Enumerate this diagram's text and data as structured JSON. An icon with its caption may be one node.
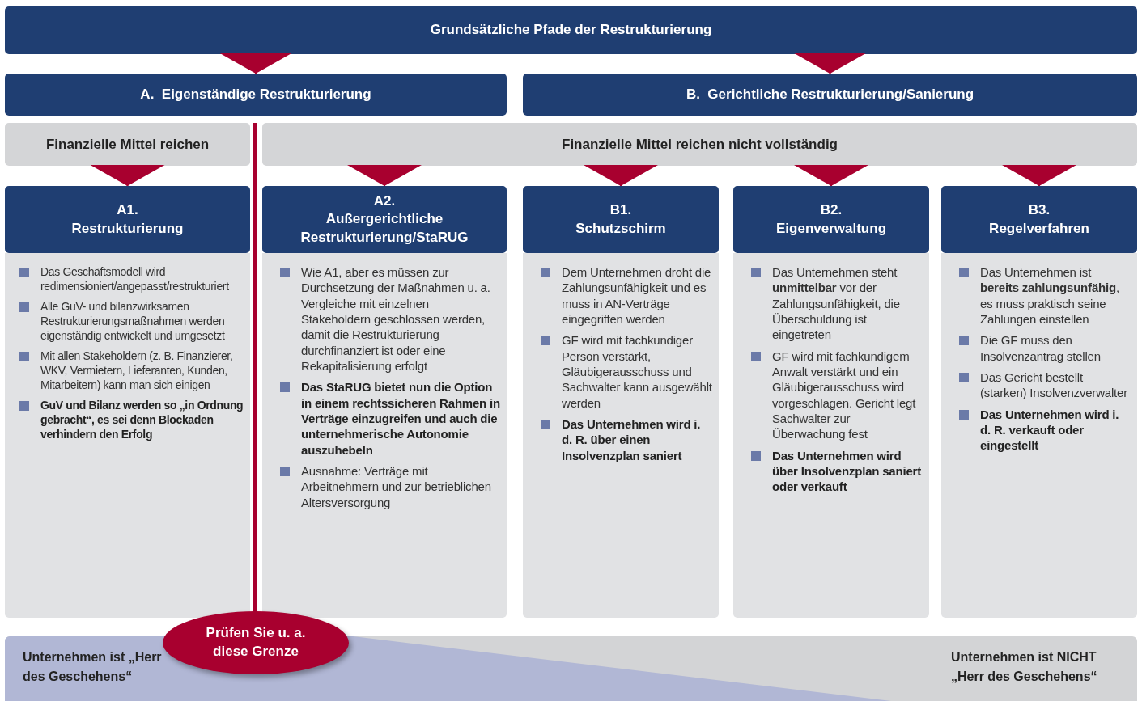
{
  "diagram": {
    "nodes": [
      {
        "text": [
          "Grundsätzliche Pfade der Restrukturierung"
        ]
      },
      {
        "text": [
          "A.  Eigenständige Restrukturierung"
        ]
      },
      {
        "text": [
          "B.  Gerichtliche Restrukturierung/Sanierung"
        ]
      },
      {
        "text": [
          "Finanzielle Mittel reichen"
        ]
      },
      {
        "text": [
          "Finanzielle Mittel reichen nicht vollständig"
        ]
      },
      {
        "text": [
          "A1.",
          "Restrukturierung"
        ]
      },
      {
        "text": [
          "Das Geschäftsmodell wird redimensioniert/angepasst/restrukturiert",
          "Alle GuV- und bilanzwirksamen Restrukturierungsmaßnahmen werden eigenständig entwickelt und umgesetzt",
          "Mit allen Stakeholdern (z. B. Finanzierer, WKV, Vermietern, Lieferanten, Kunden, Mitarbeitern) kann man sich einigen",
          "GuV und Bilanz werden so „in Ordnung gebracht“, es sei denn Blockaden verhindern den Erfolg"
        ]
      },
      {
        "text": [
          "A2.",
          "Außergerichtliche Restrukturierung/StaRUG"
        ]
      },
      {
        "text": [
          "Wie A1, aber es müssen zur Durchsetzung der Maßnahmen u. a. Vergleiche mit einzelnen Stakeholdern geschlossen werden, damit die Restrukturierung durchfinanziert ist oder eine Rekapitalisierung erfolgt",
          "Das StaRUG bietet nun die Option in einem rechtssicheren Rahmen in Verträge einzugreifen und auch die unternehmerische Autonomie auszuhebeln",
          "Ausnahme: Verträge mit Arbeitnehmern und zur betrieblichen Altersversorgung"
        ]
      },
      {
        "text": [
          "B1.",
          "Schutzschirm"
        ]
      },
      {
        "text": [
          "Dem Unternehmen droht die Zahlungsunfähigkeit und es muss in AN-Verträge eingegriffen werden",
          "GF wird mit fachkundiger Person verstärkt, Gläubigerausschuss und Sachwalter kann ausgewählt werden",
          "Das Unternehmen wird i. d. R. über einen Insolvenzplan saniert"
        ]
      },
      {
        "text": [
          "B2.",
          "Eigenverwaltung"
        ]
      },
      {
        "text": [
          "Das Unternehmen steht **unmittelbar** vor der Zahlungsunfähigkeit, die Überschuldung ist eingetreten",
          "GF wird mit fachkundigem Anwalt verstärkt und ein Gläubigerausschuss wird vorgeschlagen. Gericht  legt Sachwalter zur Überwachung fest",
          "Das Unternehmen wird über Insolvenzplan saniert oder verkauft"
        ]
      },
      {
        "text": [
          "B3.",
          "Regelverfahren"
        ]
      },
      {
        "text": [
          "Das Unternehmen ist **bereits zahlungsunfähig**, es muss praktisch seine Zahlungen einstellen",
          "Die GF muss den Insolvenzantrag stellen",
          "Das Gericht bestellt (starken) Insolvenzverwalter",
          "Das Unternehmen wird i. d. R. verkauft oder eingestellt"
        ]
      },
      {
        "text": [
          "Prüfen Sie u. a. diese Grenze"
        ]
      },
      {
        "text": [
          "Unternehmen ist „Herr des Geschehens“",
          "Unternehmen ist NICHT „Herr des Geschehens“"
        ]
      }
    ],
    "edges": [
      {
        "from": 0,
        "to": 1,
        "arrow": "to"
      },
      {
        "from": 0,
        "to": 2,
        "arrow": "to"
      },
      {
        "from": 3,
        "to": 5,
        "arrow": "to"
      },
      {
        "from": 4,
        "to": 7,
        "arrow": "to"
      },
      {
        "from": 4,
        "to": 9,
        "arrow": "to"
      },
      {
        "from": 4,
        "to": 11,
        "arrow": "to"
      },
      {
        "from": 4,
        "to": 13,
        "arrow": "to"
      }
    ]
  }
}
